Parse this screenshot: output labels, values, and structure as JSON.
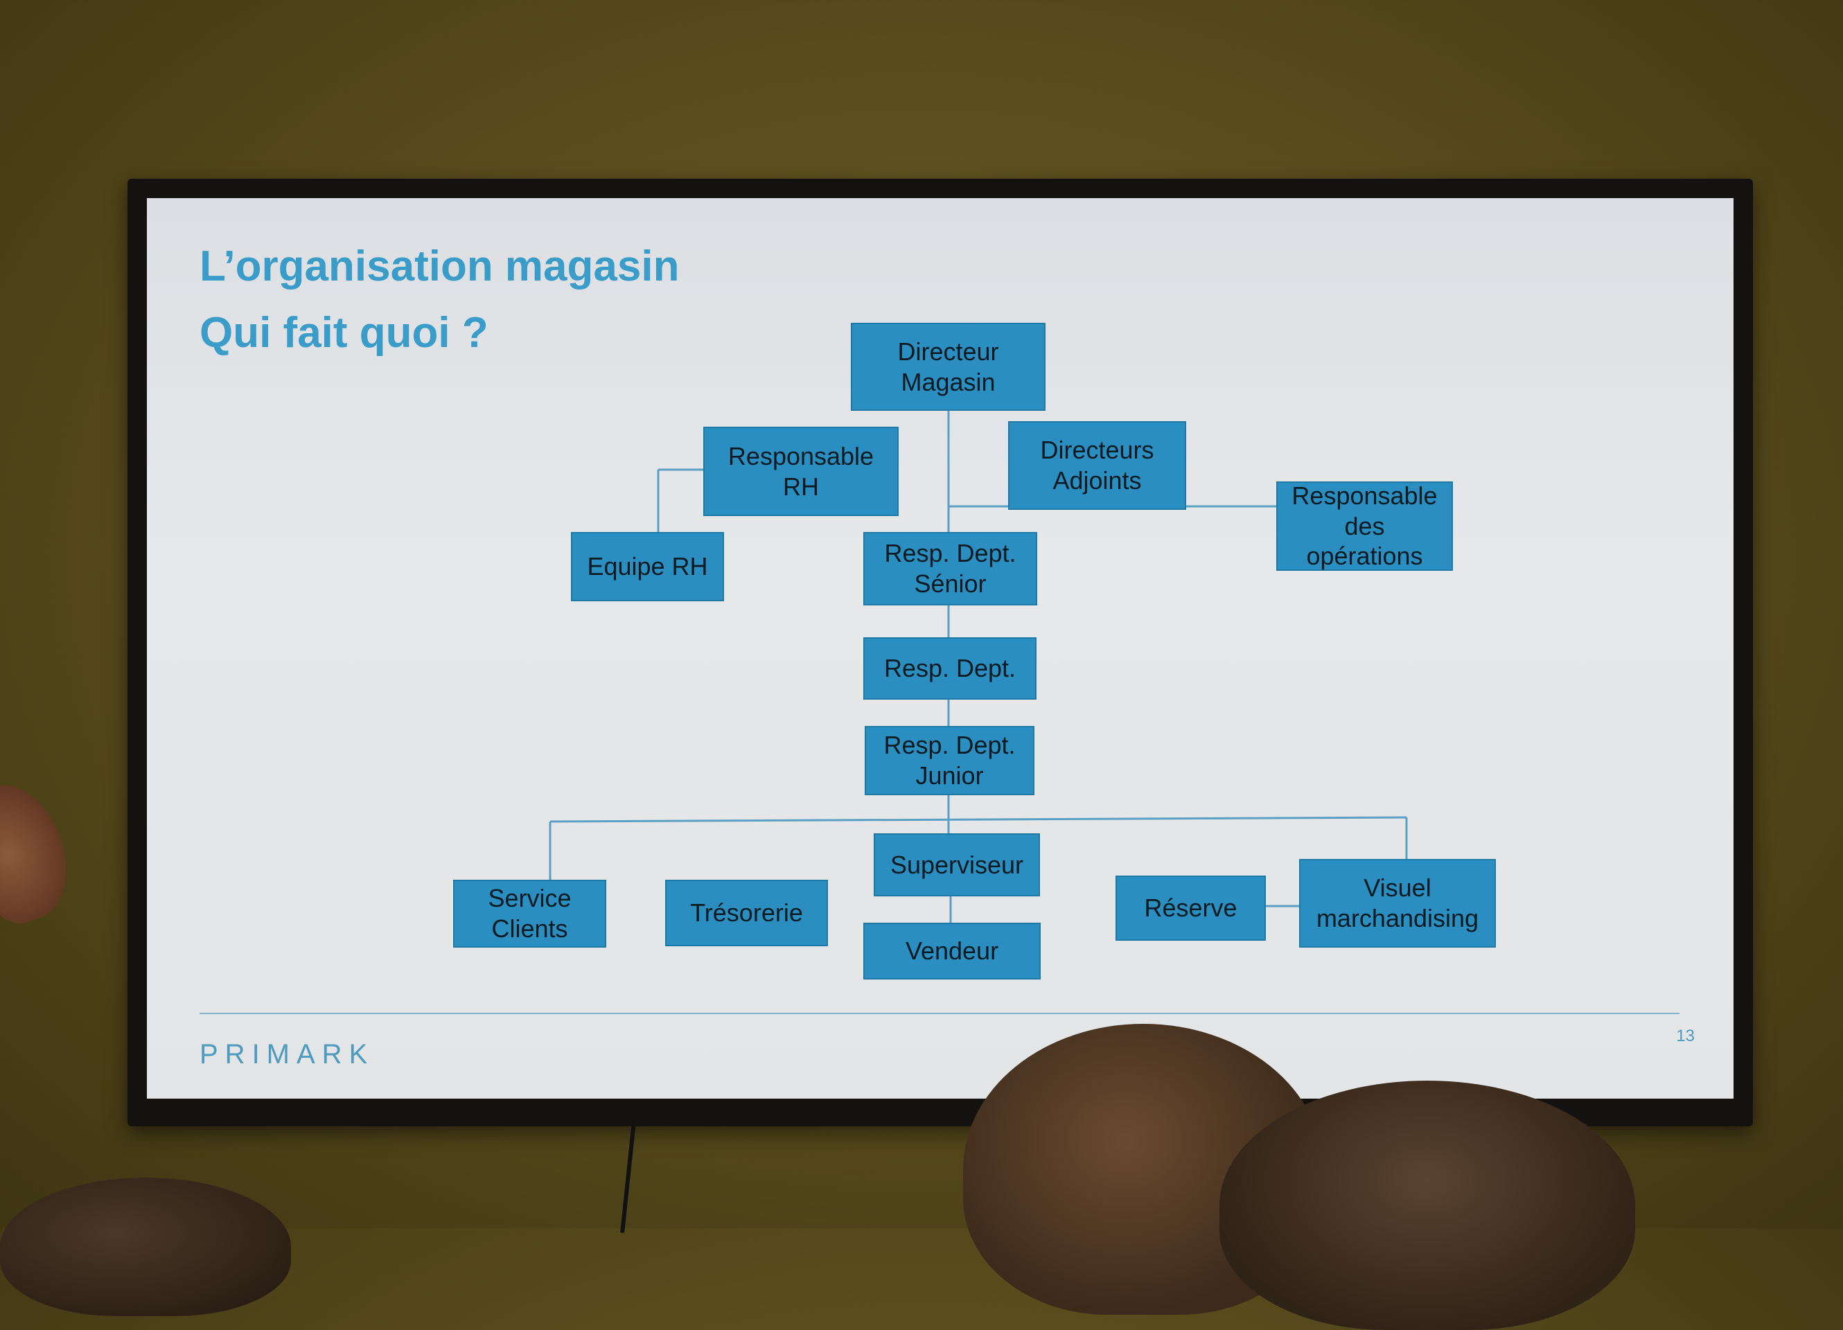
{
  "slide": {
    "title_line_1": "L’organisation magasin",
    "title_line_2": "Qui fait quoi ?",
    "brand": "PRIMARK",
    "page_number": "13"
  },
  "org_chart": {
    "nodes": [
      {
        "id": "directeur-magasin",
        "label": "Directeur\nMagasin"
      },
      {
        "id": "responsable-rh",
        "label": "Responsable\nRH"
      },
      {
        "id": "directeurs-adjoints",
        "label": "Directeurs\nAdjoints"
      },
      {
        "id": "responsable-operations",
        "label": "Responsable\ndes\nopérations"
      },
      {
        "id": "equipe-rh",
        "label": "Equipe RH"
      },
      {
        "id": "resp-dept-senior",
        "label": "Resp. Dept.\nSénior"
      },
      {
        "id": "resp-dept",
        "label": "Resp. Dept."
      },
      {
        "id": "resp-dept-junior",
        "label": "Resp. Dept.\nJunior"
      },
      {
        "id": "service-clients",
        "label": "Service\nClients"
      },
      {
        "id": "tresorerie",
        "label": "Trésorerie"
      },
      {
        "id": "superviseur",
        "label": "Superviseur"
      },
      {
        "id": "vendeur",
        "label": "Vendeur"
      },
      {
        "id": "reserve",
        "label": "Réserve"
      },
      {
        "id": "visuel-marchandising",
        "label": "Visuel\nmarchandising"
      }
    ],
    "edges": [
      [
        "directeur-magasin",
        "resp-dept-senior"
      ],
      [
        "responsable-rh",
        "equipe-rh"
      ],
      [
        "directeurs-adjoints",
        "resp-dept-senior"
      ],
      [
        "directeurs-adjoints",
        "responsable-operations"
      ],
      [
        "resp-dept-senior",
        "resp-dept"
      ],
      [
        "resp-dept",
        "resp-dept-junior"
      ],
      [
        "resp-dept-junior",
        "service-clients"
      ],
      [
        "resp-dept-junior",
        "superviseur"
      ],
      [
        "resp-dept-junior",
        "visuel-marchandising"
      ],
      [
        "superviseur",
        "vendeur"
      ],
      [
        "reserve",
        "visuel-marchandising"
      ]
    ],
    "colors": {
      "node_fill": "#2a8fc0",
      "node_border": "#1d79a6",
      "connector": "#5a9fc4",
      "title": "#3a9cc9"
    }
  }
}
